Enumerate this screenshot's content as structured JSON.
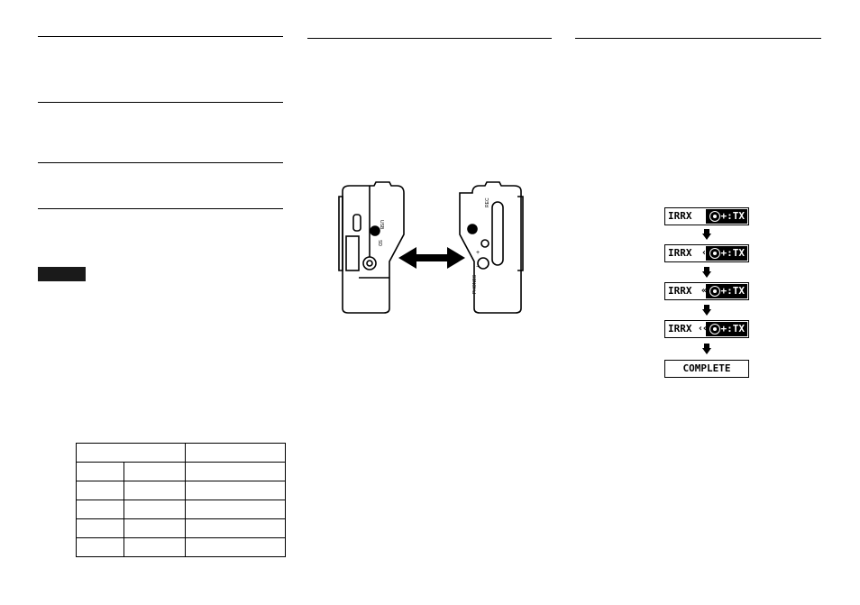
{
  "lcd_screens": [
    {
      "left": "IRRX",
      "signal": "",
      "right": "+:TX"
    },
    {
      "left": "IRRX",
      "signal": "‹",
      "right": "+:TX"
    },
    {
      "left": "IRRX",
      "signal": "«",
      "right": "+:TX"
    },
    {
      "left": "IRRX",
      "signal": "‹«",
      "right": "+:TX"
    },
    {
      "left": "COMPLETE"
    }
  ],
  "device_labels": {
    "usb": "USB",
    "sd": "SD",
    "phones": "PHONES",
    "rec": "REC",
    "plus": "+",
    "minus": "−"
  }
}
